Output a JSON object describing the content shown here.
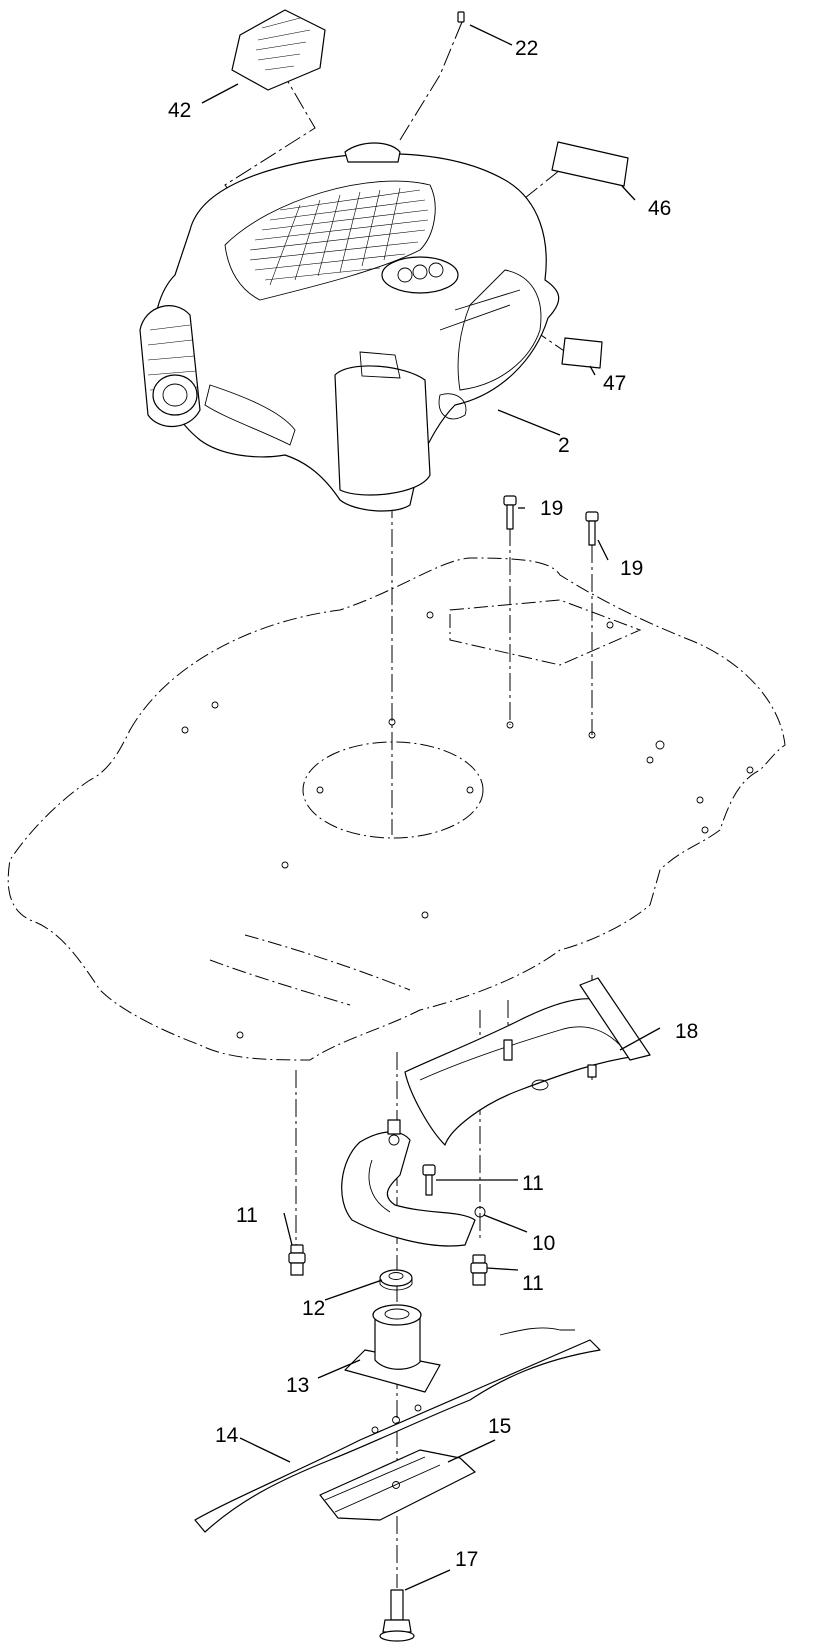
{
  "callouts": {
    "c42": "42",
    "c22": "22",
    "c46": "46",
    "c47": "47",
    "c2": "2",
    "c19a": "19",
    "c19b": "19",
    "c18": "18",
    "c11a": "11",
    "c10": "10",
    "c11b": "11",
    "c11c": "11",
    "c12": "12",
    "c13": "13",
    "c14": "14",
    "c15": "15",
    "c17": "17"
  }
}
